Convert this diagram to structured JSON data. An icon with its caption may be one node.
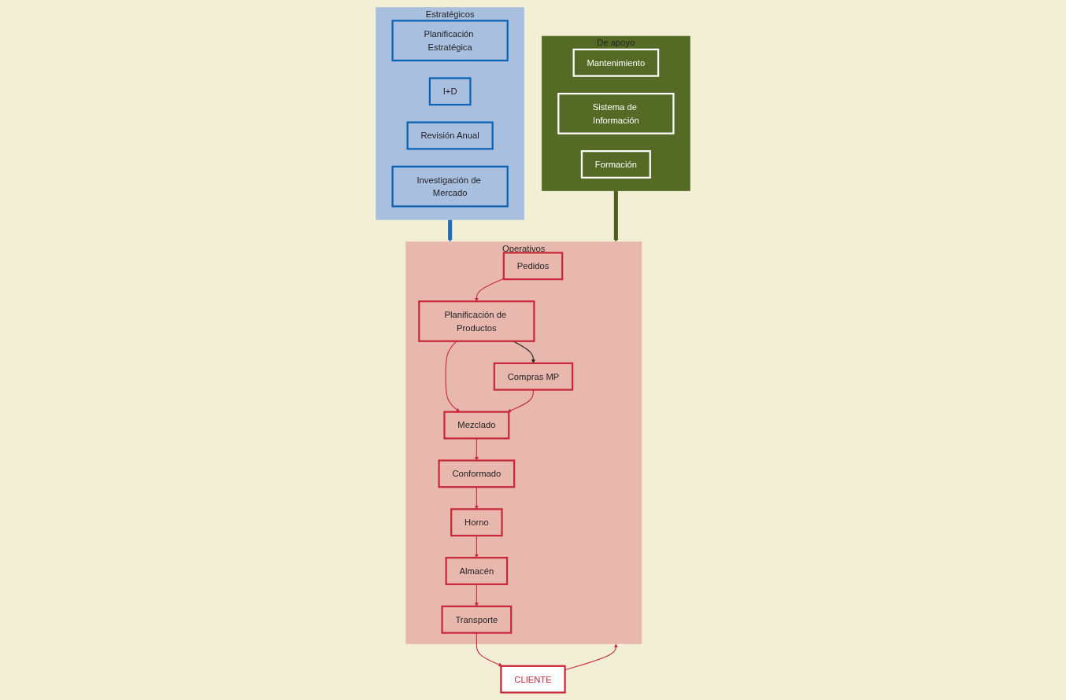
{
  "diagram": {
    "nodes": [
      {
        "text": [
          "Estratégicos"
        ]
      },
      {
        "text": [
          "Planificación Estratégica"
        ],
        "in": 0
      },
      {
        "text": [
          "I+D"
        ],
        "in": 0
      },
      {
        "text": [
          "Revisión Anual"
        ],
        "in": 0
      },
      {
        "text": [
          "Investigación de Mercado"
        ],
        "in": 0
      },
      {
        "text": [
          "Operativos"
        ]
      },
      {
        "text": [
          "Pedidos"
        ],
        "in": 5
      },
      {
        "text": [
          "Planificación de Productos"
        ],
        "in": 5
      },
      {
        "text": [
          "Mezclado"
        ],
        "in": 5
      },
      {
        "text": [
          "Conformado"
        ],
        "in": 5
      },
      {
        "text": [
          "Transporte"
        ],
        "in": 5
      },
      {
        "text": [
          "Compras MP"
        ],
        "in": 5
      },
      {
        "text": [
          "Horno"
        ],
        "in": 5
      },
      {
        "text": [
          "Almacén"
        ],
        "in": 5
      },
      {
        "text": [
          "De apoyo"
        ]
      },
      {
        "text": [
          "Mantenimiento"
        ],
        "in": 14
      },
      {
        "text": [
          "Sistema de Información"
        ],
        "in": 14
      },
      {
        "text": [
          "Formación"
        ],
        "in": 14
      },
      {
        "text": [
          "CLIENTE"
        ]
      }
    ],
    "edges": [
      {
        "from": 0,
        "to": 5,
        "arrow": "to",
        "style": "thick",
        "color": "#1f6fbf"
      },
      {
        "from": 14,
        "to": 5,
        "arrow": "to",
        "style": "thick",
        "color": "#4a5e1f"
      },
      {
        "from": 6,
        "to": 7,
        "arrow": "to"
      },
      {
        "from": 7,
        "to": 8,
        "arrow": "to"
      },
      {
        "from": 7,
        "to": 11,
        "arrow": "to",
        "color": "#222222"
      },
      {
        "from": 11,
        "to": 8,
        "arrow": "to"
      },
      {
        "from": 8,
        "to": 9,
        "arrow": "to"
      },
      {
        "from": 9,
        "to": 12,
        "arrow": "to"
      },
      {
        "from": 12,
        "to": 13,
        "arrow": "to"
      },
      {
        "from": 13,
        "to": 10,
        "arrow": "to"
      },
      {
        "from": 10,
        "to": 18,
        "arrow": "to"
      },
      {
        "from": 18,
        "to": 5,
        "arrow": "to"
      }
    ]
  }
}
